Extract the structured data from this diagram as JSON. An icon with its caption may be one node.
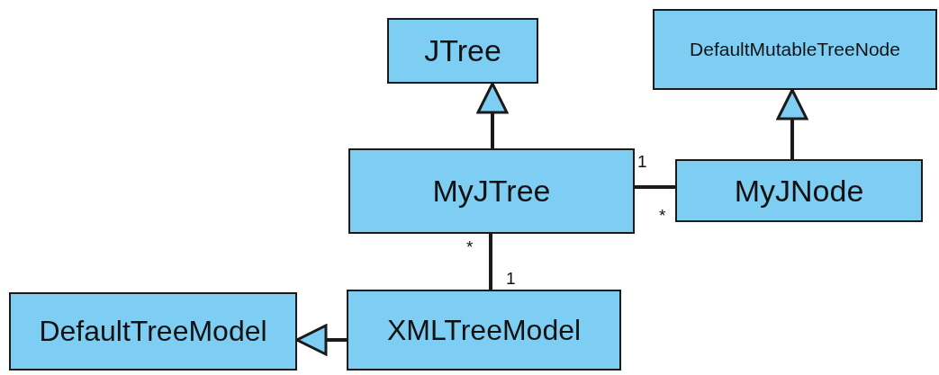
{
  "diagram": {
    "nodes": [
      {
        "text": [
          "JTree"
        ]
      },
      {
        "text": [
          "DefaultMutableTreeNode"
        ]
      },
      {
        "text": [
          "MyJTree"
        ]
      },
      {
        "text": [
          "MyJNode"
        ]
      },
      {
        "text": [
          "DefaultTreeModel"
        ]
      },
      {
        "text": [
          "XMLTreeModel"
        ]
      }
    ],
    "edges": [
      {
        "from": 2,
        "to": 0,
        "arrow": "to"
      },
      {
        "from": 3,
        "to": 1,
        "arrow": "to"
      },
      {
        "from": 2,
        "to": 3,
        "arrow": "none"
      },
      {
        "from": 2,
        "to": 5,
        "arrow": "none"
      },
      {
        "from": 5,
        "to": 4,
        "arrow": "to"
      }
    ],
    "labels": [
      "1",
      "*",
      "*",
      "1"
    ]
  }
}
